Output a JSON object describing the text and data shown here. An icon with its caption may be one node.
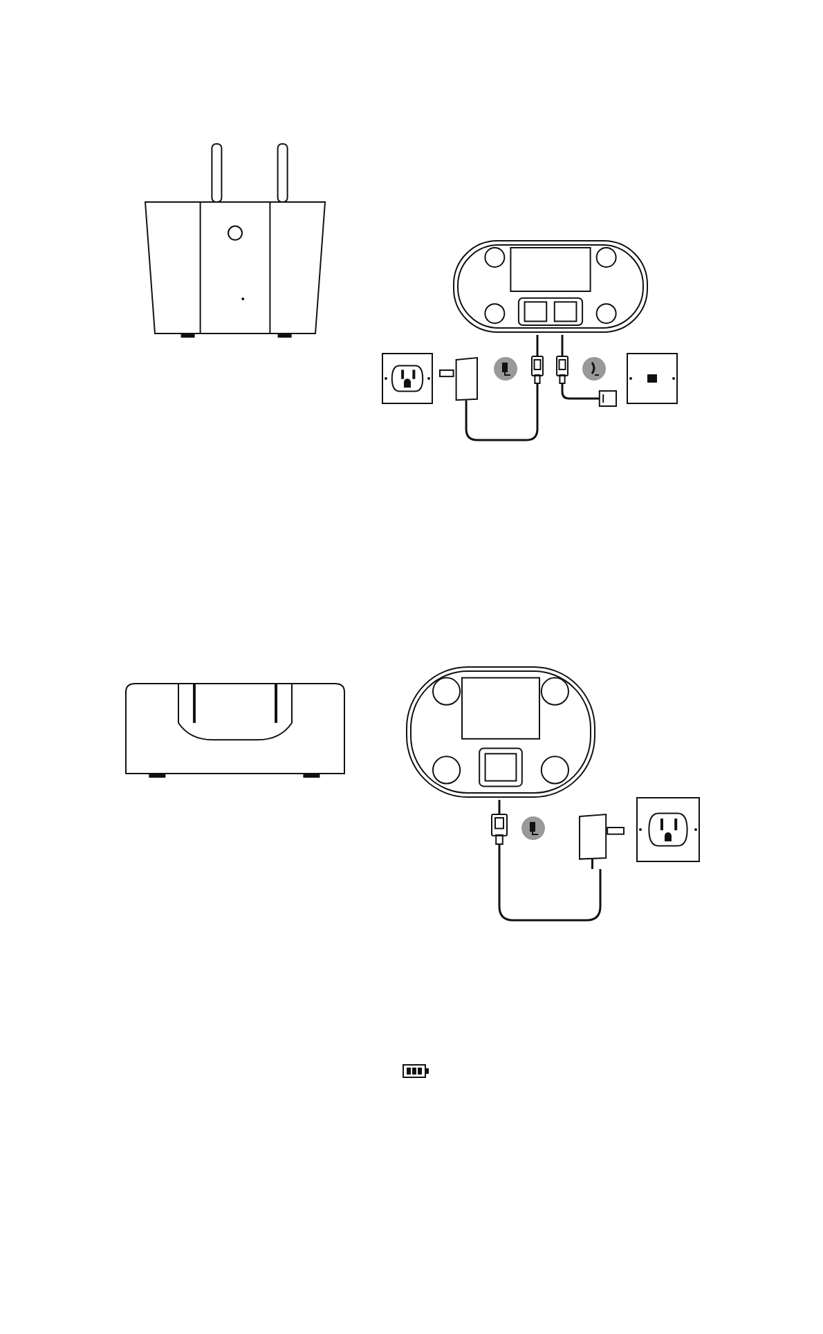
{
  "diagram": {
    "nodes": [
      {
        "text": [],
        "shape": "picture"
      },
      {
        "text": [],
        "shape": "picture"
      },
      {
        "text": [],
        "shape": "box"
      },
      {
        "text": [],
        "shape": "picture"
      },
      {
        "text": [],
        "shape": "picture"
      },
      {
        "text": [],
        "shape": "picture"
      },
      {
        "text": [],
        "shape": "picture"
      },
      {
        "text": [],
        "shape": "box"
      },
      {
        "text": [],
        "shape": "picture"
      },
      {
        "text": [],
        "shape": "picture"
      },
      {
        "text": [],
        "shape": "picture"
      },
      {
        "text": [],
        "shape": "picture"
      },
      {
        "text": [],
        "shape": "box"
      }
    ],
    "edges": [
      {
        "from": 1,
        "to": 4,
        "arrow": "none"
      },
      {
        "from": 1,
        "to": 5,
        "arrow": "none"
      },
      {
        "from": 3,
        "to": 4,
        "arrow": "none"
      },
      {
        "from": 5,
        "to": 6,
        "arrow": "none"
      },
      {
        "from": 9,
        "to": 10,
        "arrow": "none"
      },
      {
        "from": 10,
        "to": 11,
        "arrow": "none"
      }
    ]
  }
}
